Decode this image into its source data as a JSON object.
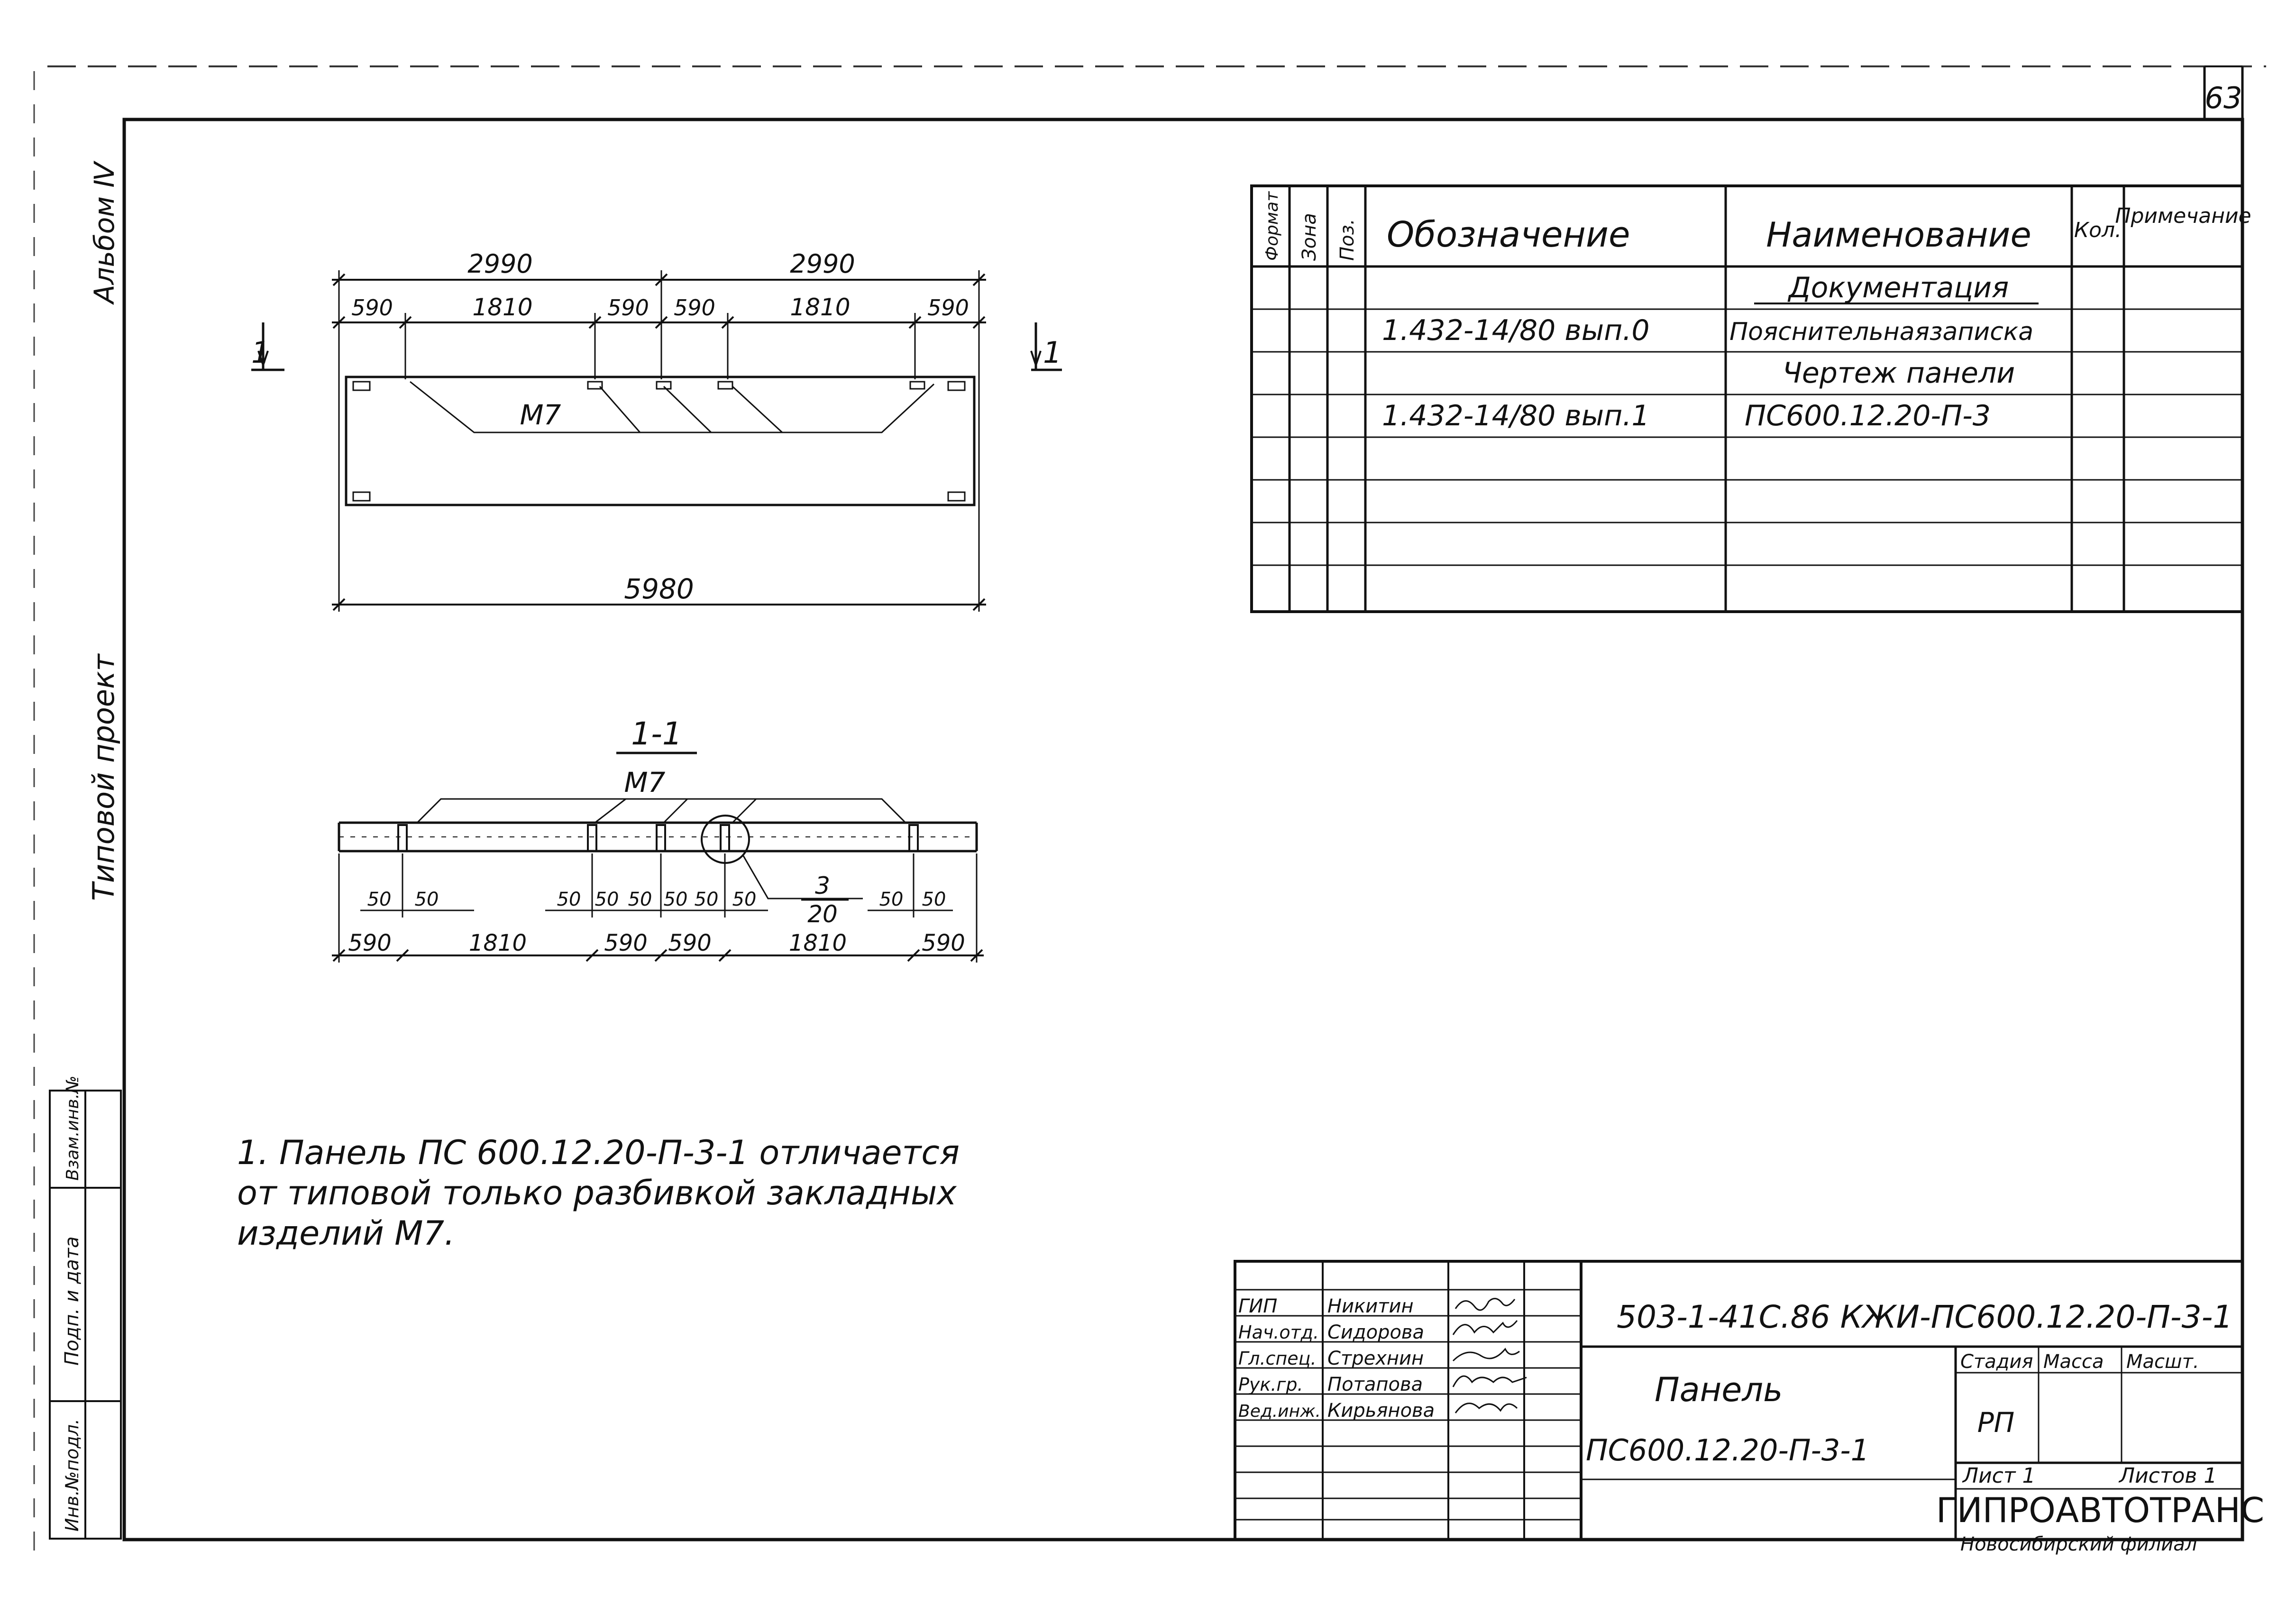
{
  "sheet_number": "63",
  "side_labels": {
    "album": "Альбом Ⅳ",
    "project": "Типовой проект"
  },
  "stamp_side": {
    "inv_no": "Инв.№подл.",
    "sign_date": "Подп. и дата",
    "replace_inv": "Взам.инв.№"
  },
  "plan_view": {
    "dim_half_left": "2990",
    "dim_half_right": "2990",
    "dim_segments": [
      "590",
      "1810",
      "590",
      "590",
      "1810",
      "590"
    ],
    "dim_total": "5980",
    "embed_label": "М7",
    "section_mark": "1"
  },
  "section_view": {
    "title": "1-1",
    "embed_label": "М7",
    "small_dims": [
      "50",
      "50",
      "50",
      "50",
      "50",
      "50",
      "50",
      "50",
      "50",
      "50"
    ],
    "dim_segments": [
      "590",
      "1810",
      "590",
      "590",
      "1810",
      "590"
    ],
    "callout_num": "3",
    "callout_den": "20"
  },
  "note": {
    "line1": "1. Панель ПС 600.12.20-П-3-1 отличается",
    "line2": "от типовой только разбивкой закладных",
    "line3": "изделий М7."
  },
  "spec_table": {
    "headers": {
      "format": "Формат",
      "zone": "Зона",
      "pos": "Поз.",
      "designation": "Обозначение",
      "name": "Наименование",
      "qty": "Кол.",
      "note": "Примечание"
    },
    "rows": [
      {
        "designation": "",
        "name": "Документация"
      },
      {
        "designation": "1.432-14/80 вып.0",
        "name": "Пояснительнаязаписка"
      },
      {
        "designation": "",
        "name": "Чертеж панели"
      },
      {
        "designation": "1.432-14/80 вып.1",
        "name": "ПС600.12.20-П-3"
      }
    ]
  },
  "title_block": {
    "code": "503-1-41С.86 КЖИ-ПС600.12.20-П-3-1",
    "roles": [
      "ГИП",
      "Нач.отд.",
      "Гл.спец.",
      "Рук.гр.",
      "Вед.инж."
    ],
    "names": [
      "Никитин",
      "Сидорова",
      "Стрехнин",
      "Потапова",
      "Кирьянова"
    ],
    "object_name": "Панель",
    "object_mark": "ПС600.12.20-П-3-1",
    "stage_h": "Стадия",
    "mass_h": "Масса",
    "scale_h": "Масшт.",
    "stage": "РП",
    "sheet": "Лист 1",
    "sheets": "Листов 1",
    "org": "ГИПРОАВТОТРАНС",
    "branch": "Новосибирский филиал"
  }
}
